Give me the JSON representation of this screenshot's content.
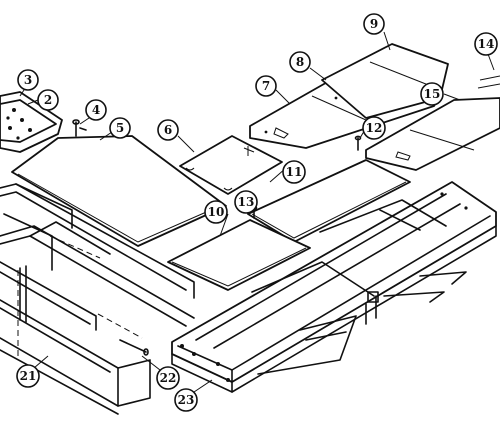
{
  "callouts": {
    "c2": "2",
    "c3": "3",
    "c4": "4",
    "c5": "5",
    "c6": "6",
    "c7": "7",
    "c8": "8",
    "c9": "9",
    "c10": "10",
    "c11": "11",
    "c12": "12",
    "c13": "13",
    "c14": "14",
    "c15": "15",
    "c21": "21",
    "c22": "22",
    "c23": "23"
  },
  "colors": {
    "ink": "#111111",
    "paper": "#ffffff"
  }
}
